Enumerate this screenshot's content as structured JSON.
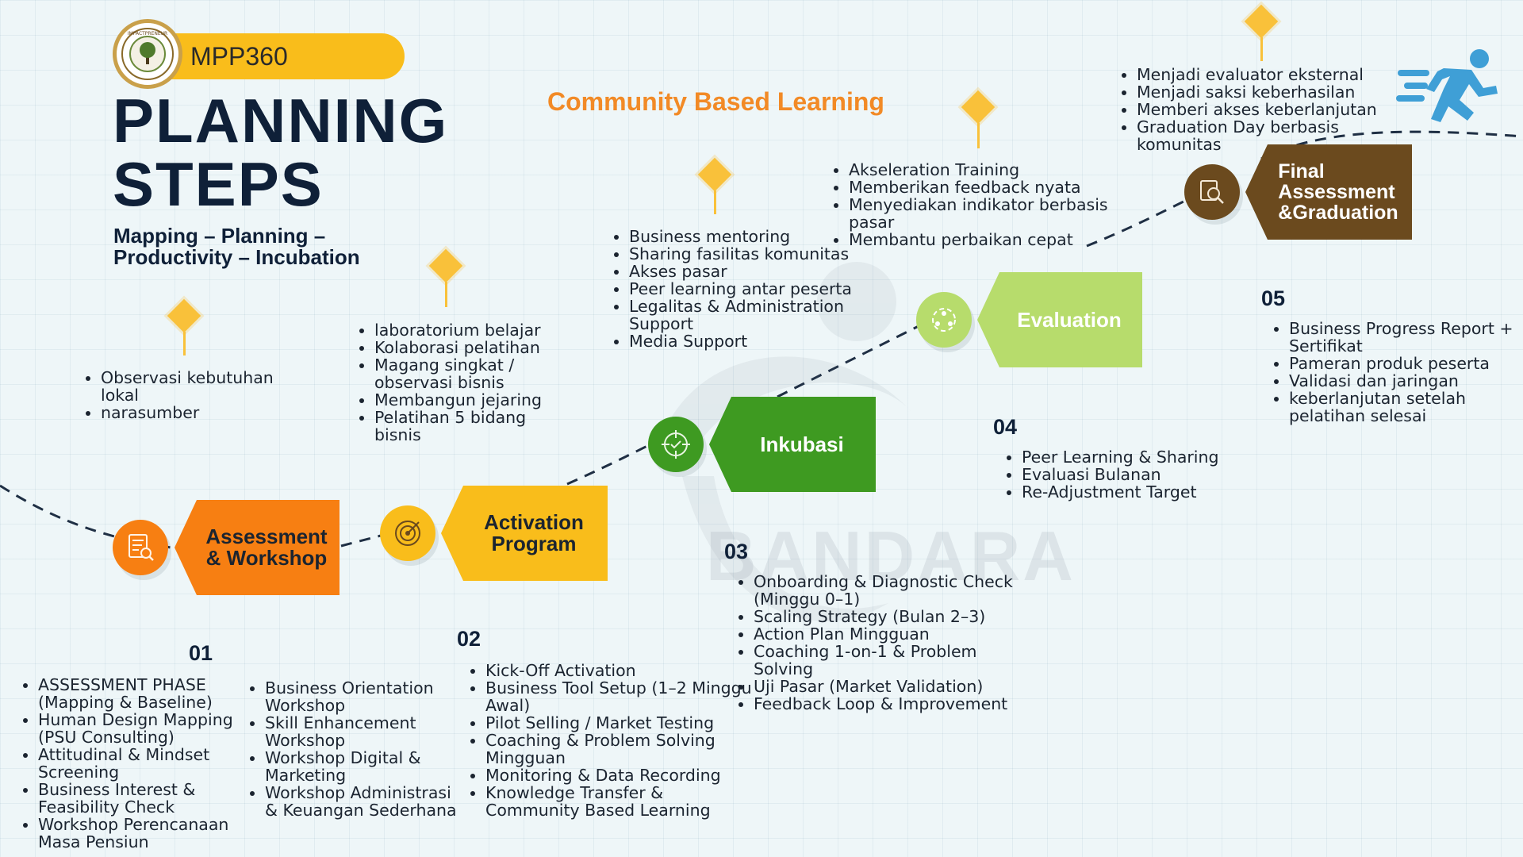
{
  "brand": {
    "name": "MPP360",
    "logo_text": "IMPACTPRENEUR"
  },
  "title": {
    "line1": "PLANNING",
    "line2": "STEPS"
  },
  "subtitle": {
    "line1": "Mapping – Planning –",
    "line2": "Productivity – Incubation"
  },
  "community_title": "Community Based Learning",
  "watermark": "BANDARA",
  "colors": {
    "orange": "#f77f12",
    "yellow": "#f9bd1b",
    "green_dark": "#3e9a21",
    "green_light": "#b7dc6c",
    "brown": "#6b4a1e",
    "accent_text": "#f28a26",
    "navy": "#0f2038"
  },
  "steps": [
    {
      "number": "01",
      "label_line1": "Assessment",
      "label_line2": "& Workshop",
      "icon": "document-search-icon",
      "details_a": [
        "ASSESSMENT PHASE (Mapping & Baseline)",
        "Human Design Mapping (PSU Consulting)",
        "Attitudinal & Mindset Screening",
        "Business Interest & Feasibility Check",
        "Workshop Perencanaan Masa Pensiun"
      ],
      "details_b": [
        "Business Orientation Workshop",
        "Skill Enhancement Workshop",
        "Workshop Digital & Marketing",
        "Workshop Administrasi & Keuangan Sederhana"
      ],
      "community": [
        "Observasi kebutuhan lokal",
        "narasumber"
      ]
    },
    {
      "number": "02",
      "label_line1": "Activation",
      "label_line2": "Program",
      "icon": "target-icon",
      "details": [
        "Kick-Off Activation",
        "Business Tool Setup (1–2 Minggu Awal)",
        "Pilot Selling / Market Testing",
        "Coaching & Problem Solving Mingguan",
        "Monitoring & Data Recording",
        "Knowledge Transfer & Community Based Learning"
      ],
      "community": [
        "laboratorium belajar",
        "Kolaborasi pelatihan",
        "Magang singkat / observasi bisnis",
        "Membangun jejaring",
        "Pelatihan 5 bidang bisnis"
      ]
    },
    {
      "number": "03",
      "label_line1": "Inkubasi",
      "icon": "crosshair-icon",
      "details": [
        "Onboarding & Diagnostic Check (Minggu 0–1)",
        "Scaling Strategy (Bulan 2–3)",
        "Action Plan Mingguan",
        "Coaching 1-on-1 & Problem Solving",
        "Uji Pasar (Market Validation)",
        "Feedback Loop & Improvement"
      ],
      "community": [
        "Business mentoring",
        "Sharing fasilitas komunitas",
        "Akses pasar",
        "Peer learning antar peserta",
        "Legalitas & Administration Support",
        "Media Support"
      ]
    },
    {
      "number": "04",
      "label_line1": "Evaluation",
      "icon": "team-cycle-icon",
      "details": [
        "Peer Learning & Sharing",
        "Evaluasi Bulanan",
        "Re-Adjustment Target"
      ],
      "community": [
        "Akseleration Training",
        "Memberikan feedback nyata",
        "Menyediakan indikator berbasis pasar",
        "Membantu perbaikan cepat"
      ]
    },
    {
      "number": "05",
      "label_line1": "Final",
      "label_line2": "Assessment",
      "label_line3": "&Graduation",
      "icon": "magnify-document-icon",
      "details": [
        "Business Progress Report + Sertifikat",
        "Pameran produk peserta",
        "Validasi dan jaringan",
        "keberlanjutan setelah pelatihan selesai"
      ],
      "community": [
        "Menjadi evaluator eksternal",
        "Menjadi saksi keberhasilan",
        "Memberi akses keberlanjutan",
        "Graduation Day berbasis komunitas"
      ]
    }
  ],
  "decor_icon": "running-person-icon"
}
